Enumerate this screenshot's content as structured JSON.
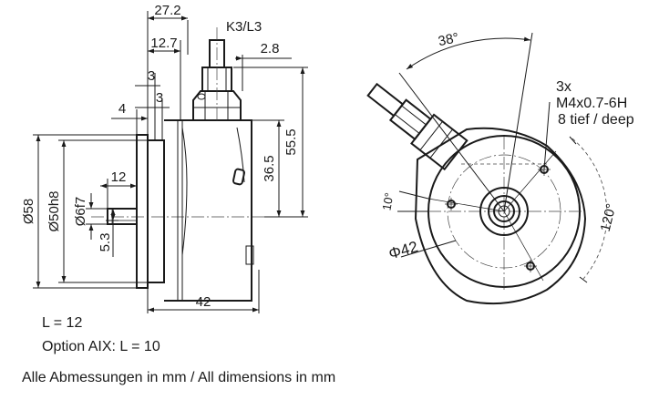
{
  "dimensions": {
    "side": {
      "d_27_2": "27.2",
      "d_k3l3": "K3/L3",
      "d_12_7": "12.7",
      "d_2_8": "2.8",
      "d_3a": "3",
      "d_3b": "3",
      "d_4": "4",
      "d_55_5": "55.5",
      "d_36_5": "36.5",
      "d_12": "12",
      "d_58": "Ø58",
      "d_50h8": "Ø50h8",
      "d_6f7": "Ø6f7",
      "d_5_3": "5.3",
      "d_42": "42"
    },
    "front": {
      "a_38": "38°",
      "a_10": "10°",
      "a_120": "120°",
      "d_phi42": "Φ42",
      "hole_count": "3x",
      "hole_thread": "M4x0.7-6H",
      "hole_depth": "8 tief / deep"
    }
  },
  "notes": {
    "length": "L = 12",
    "option": "Option AIX: L = 10",
    "units": "Alle Abmessungen in mm / All dimensions in mm"
  }
}
